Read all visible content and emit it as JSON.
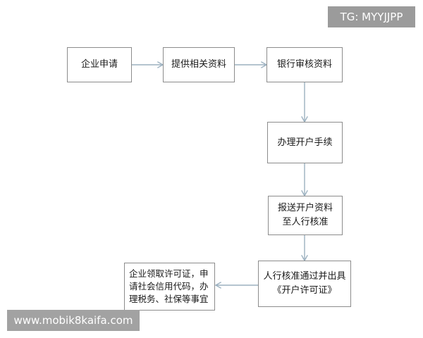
{
  "watermark": {
    "top_right": "TG: MYYJJPP",
    "bottom_left": "www.mobik8kaifa.com"
  },
  "flow": {
    "steps": [
      {
        "lines": [
          "企业申请"
        ]
      },
      {
        "lines": [
          "提供相关资料"
        ]
      },
      {
        "lines": [
          "银行审核资料"
        ]
      },
      {
        "lines": [
          "办理开户手续"
        ]
      },
      {
        "lines": [
          "报送开户资料",
          "至人行核准"
        ]
      },
      {
        "lines": [
          "人行核准通过并出具",
          "《开户许可证》"
        ]
      },
      {
        "lines": [
          "企业领取许可证，申",
          "请社会信用代码，办",
          "理税务、社保等事宜"
        ]
      }
    ]
  },
  "colors": {
    "box_border": "#8c8c8c",
    "arrow": "#9bb0bf",
    "text": "#1a1a1a",
    "watermark_bg": "#9b9b9b"
  }
}
